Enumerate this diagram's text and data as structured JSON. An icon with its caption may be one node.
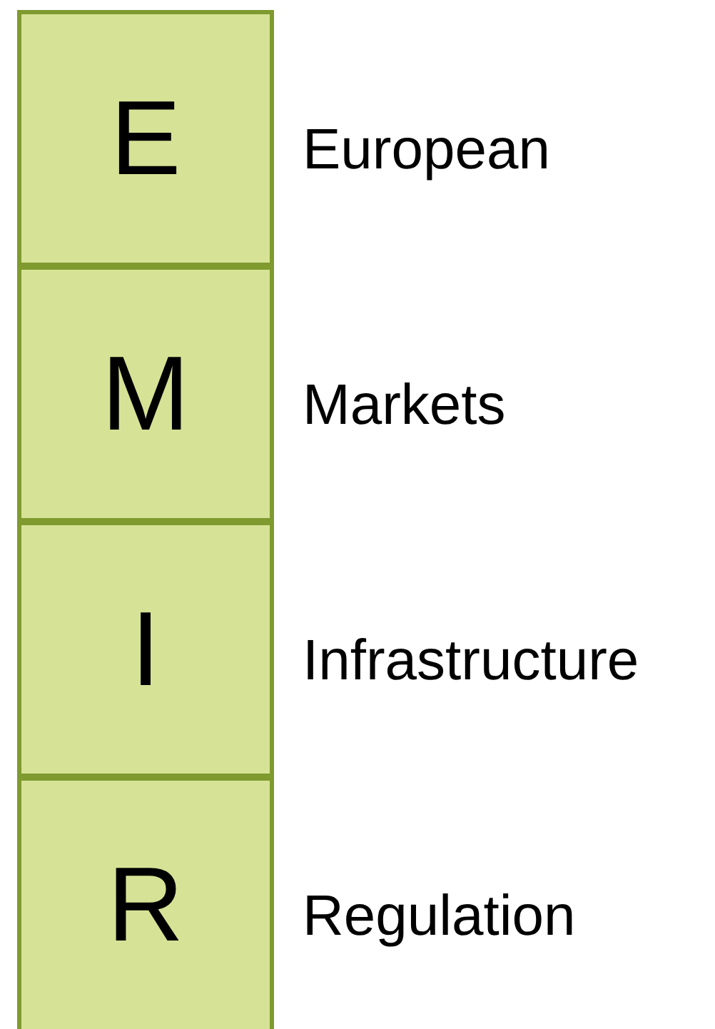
{
  "diagram": {
    "nodes": [
      {
        "text": [
          "E"
        ],
        "beside": [
          "European"
        ]
      },
      {
        "text": [
          "M"
        ],
        "beside": [
          "Markets"
        ]
      },
      {
        "text": [
          "I"
        ],
        "beside": [
          "Infrastructure"
        ]
      },
      {
        "text": [
          "R"
        ],
        "beside": [
          "Regulation"
        ]
      }
    ]
  }
}
